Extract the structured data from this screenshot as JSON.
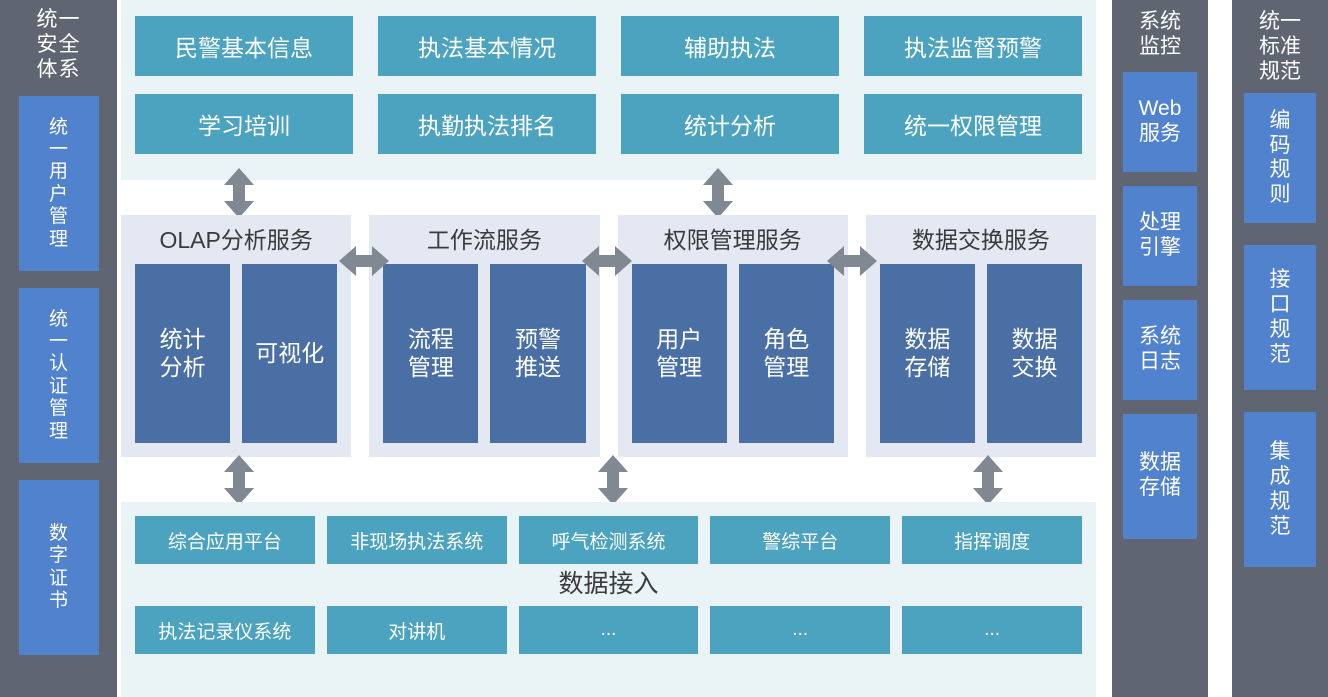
{
  "left_column": {
    "title": "统一安全体系",
    "title_lines": [
      "统一",
      "安全",
      "体系"
    ],
    "boxes": [
      {
        "name": "unified-user-management",
        "label": "统一用户管理",
        "lines": [
          "统",
          "一",
          "用",
          "户",
          "管",
          "理"
        ]
      },
      {
        "name": "unified-auth-management",
        "label": "统一认证管理",
        "lines": [
          "统",
          "一",
          "认",
          "证",
          "管",
          "理"
        ]
      },
      {
        "name": "digital-certificate",
        "label": "数字证书",
        "lines": [
          "数",
          "字",
          "证",
          "书"
        ]
      }
    ]
  },
  "system_monitor_column": {
    "title_lines": [
      "系统",
      "监控"
    ],
    "title": "系统监控",
    "boxes": [
      {
        "name": "web-service",
        "label": "Web服务",
        "lines": [
          "Web",
          "服务"
        ]
      },
      {
        "name": "processing-engine",
        "label": "处理引擎",
        "lines": [
          "处理",
          "引擎"
        ]
      },
      {
        "name": "system-log",
        "label": "系统日志",
        "lines": [
          "系统",
          "日志"
        ]
      },
      {
        "name": "data-storage",
        "label": "数据存储",
        "lines": [
          "数据",
          "存储"
        ]
      }
    ]
  },
  "standard_spec_column": {
    "title_lines": [
      "统一",
      "标准",
      "规范"
    ],
    "title": "统一标准规范",
    "boxes": [
      {
        "name": "coding-rules",
        "label": "编码规则",
        "lines": [
          "编",
          "码",
          "规",
          "则"
        ]
      },
      {
        "name": "interface-spec",
        "label": "接口规范",
        "lines": [
          "接",
          "口",
          "规",
          "范"
        ]
      },
      {
        "name": "integration-spec",
        "label": "集成规范",
        "lines": [
          "集",
          "成",
          "规",
          "范"
        ]
      }
    ]
  },
  "application_layer": {
    "boxes": [
      {
        "name": "police-basic-info",
        "label": "民警基本信息"
      },
      {
        "name": "law-enforcement-basics",
        "label": "执法基本情况"
      },
      {
        "name": "assisted-enforcement",
        "label": "辅助执法"
      },
      {
        "name": "enforcement-supervision-alert",
        "label": "执法监督预警"
      },
      {
        "name": "study-training",
        "label": "学习培训"
      },
      {
        "name": "duty-enforcement-ranking",
        "label": "执勤执法排名"
      },
      {
        "name": "statistical-analysis",
        "label": "统计分析"
      },
      {
        "name": "unified-permission-management",
        "label": "统一权限管理"
      }
    ]
  },
  "service_layer": {
    "panels": [
      {
        "name": "olap-analysis-service",
        "title": "OLAP分析服务",
        "boxes": [
          {
            "name": "statistical-analysis",
            "label": "统计分析",
            "lines": [
              "统计",
              "分析"
            ]
          },
          {
            "name": "visualization",
            "label": "可视化",
            "lines": [
              "可视化"
            ]
          }
        ]
      },
      {
        "name": "workflow-service",
        "title": "工作流服务",
        "boxes": [
          {
            "name": "process-management",
            "label": "流程管理",
            "lines": [
              "流程",
              "管理"
            ]
          },
          {
            "name": "alert-push",
            "label": "预警推送",
            "lines": [
              "预警",
              "推送"
            ]
          }
        ]
      },
      {
        "name": "permission-management-service",
        "title": "权限管理服务",
        "boxes": [
          {
            "name": "user-management",
            "label": "用户管理",
            "lines": [
              "用户",
              "管理"
            ]
          },
          {
            "name": "role-management",
            "label": "角色管理",
            "lines": [
              "角色",
              "管理"
            ]
          }
        ]
      },
      {
        "name": "data-exchange-service",
        "title": "数据交换服务",
        "boxes": [
          {
            "name": "data-storage",
            "label": "数据存储",
            "lines": [
              "数据",
              "存储"
            ]
          },
          {
            "name": "data-exchange",
            "label": "数据交换",
            "lines": [
              "数据",
              "交换"
            ]
          }
        ]
      }
    ]
  },
  "data_layer": {
    "caption": "数据接入",
    "row1": [
      {
        "name": "integrated-application-platform",
        "label": "综合应用平台"
      },
      {
        "name": "non-onsite-enforcement-system",
        "label": "非现场执法系统"
      },
      {
        "name": "breath-test-system",
        "label": "呼气检测系统"
      },
      {
        "name": "police-integrated-platform",
        "label": "警综平台"
      },
      {
        "name": "command-dispatch",
        "label": "指挥调度"
      }
    ],
    "row2": [
      {
        "name": "enforcement-recorder-system",
        "label": "执法记录仪系统"
      },
      {
        "name": "walkie-talkie",
        "label": "对讲机"
      },
      {
        "name": "more-1",
        "label": "..."
      },
      {
        "name": "more-2",
        "label": "..."
      },
      {
        "name": "more-3",
        "label": "..."
      }
    ]
  },
  "colors": {
    "gray_column": "#5f6571",
    "blue_box": "#5182cd",
    "teal_box": "#4ba3bf",
    "dark_blue_box": "#4a6fa5",
    "app_layer_bg": "#eaf3f5",
    "service_panel_bg": "#e4e8f2",
    "arrow": "#808891"
  }
}
